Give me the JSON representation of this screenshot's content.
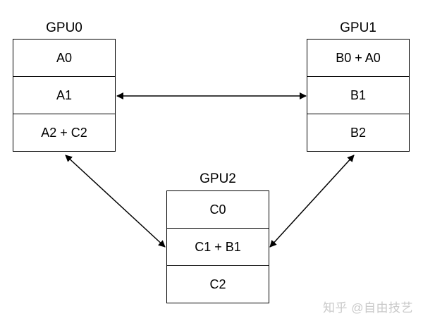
{
  "gpus": [
    {
      "label": "GPU0",
      "cells": [
        "A0",
        "A1",
        "A2 + C2"
      ]
    },
    {
      "label": "GPU1",
      "cells": [
        "B0 + A0",
        "B1",
        "B2"
      ]
    },
    {
      "label": "GPU2",
      "cells": [
        "C0",
        "C1 + B1",
        "C2"
      ]
    }
  ],
  "watermark": "知乎 @自由技艺",
  "colors": {
    "stroke": "#000000",
    "background": "#ffffff",
    "watermark": "#c9c9c9"
  }
}
